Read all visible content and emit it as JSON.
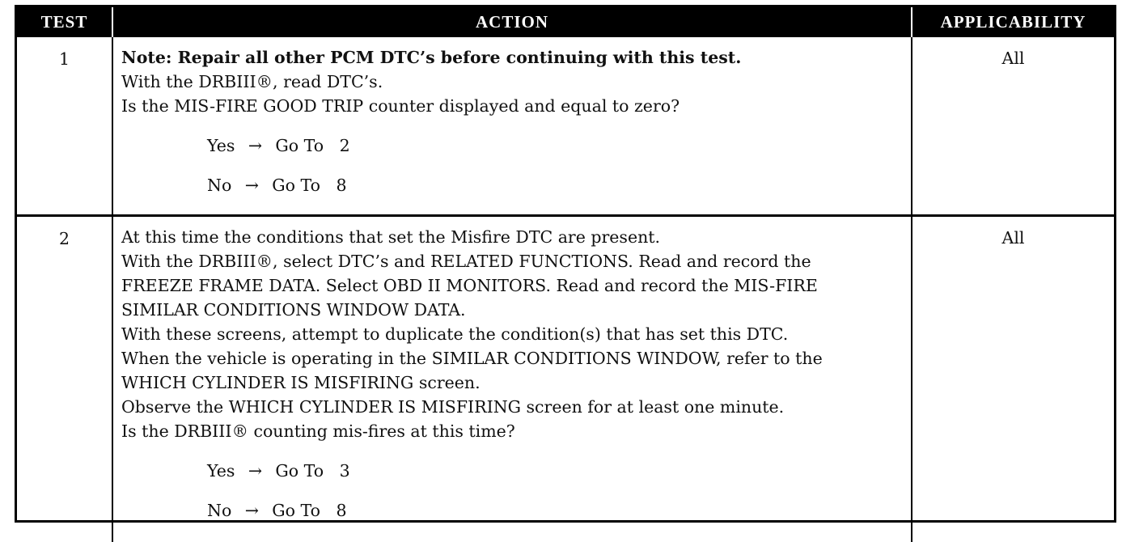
{
  "headers": {
    "test": "TEST",
    "action": "ACTION",
    "applicability": "APPLICABILITY"
  },
  "rows": [
    {
      "test": "1",
      "note": "Note: Repair all other PCM DTC’s before continuing with this test.",
      "lines": [
        "With the DRBIII®, read DTC’s.",
        "Is the MIS-FIRE GOOD TRIP counter displayed and equal to zero?"
      ],
      "yes": {
        "answer": "Yes",
        "arrow": "→",
        "goto": "Go To",
        "step": "2"
      },
      "no": {
        "answer": "No",
        "arrow": "→",
        "goto": "Go To",
        "step": "8"
      },
      "applicability": "All"
    },
    {
      "test": "2",
      "lines": [
        "At this time the conditions that set the Misfire DTC are present.",
        "With the DRBIII®, select DTC’s and RELATED FUNCTIONS. Read and record the",
        "FREEZE FRAME DATA. Select OBD II MONITORS. Read and record the MIS-FIRE",
        "SIMILAR CONDITIONS WINDOW DATA.",
        "With these screens, attempt to duplicate the condition(s) that has set this DTC.",
        "When the vehicle is operating in the SIMILAR CONDITIONS WINDOW, refer to the",
        "WHICH CYLINDER IS MISFIRING screen.",
        "Observe the WHICH CYLINDER IS MISFIRING screen for at least one minute.",
        "Is the DRBIII® counting mis-fires at this time?"
      ],
      "yes": {
        "answer": "Yes",
        "arrow": "→",
        "goto": "Go To",
        "step": "3"
      },
      "no": {
        "answer": "No",
        "arrow": "→",
        "goto": "Go To",
        "step": "8"
      },
      "applicability": "All"
    }
  ]
}
